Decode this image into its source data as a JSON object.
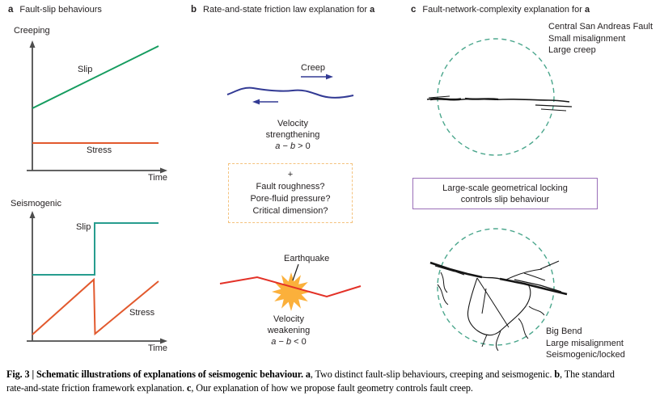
{
  "panel_a": {
    "letter": "a",
    "title": "Fault-slip behaviours",
    "plot_creeping": {
      "label": "Creeping",
      "slip_label": "Slip",
      "stress_label": "Stress",
      "time_label": "Time"
    },
    "plot_seismogenic": {
      "label": "Seismogenic",
      "slip_label": "Slip",
      "stress_label": "Stress",
      "time_label": "Time"
    }
  },
  "panel_b": {
    "letter": "b",
    "title": "Rate-and-state friction law explanation for ",
    "title_ref": "a",
    "creep_label": "Creep",
    "strengthening": {
      "line1": "Velocity",
      "line2": "strengthening",
      "eq_a": "a",
      "eq_mid": " − ",
      "eq_b": "b",
      "eq_tail": " > 0"
    },
    "question_box": {
      "plus": "+",
      "line1": "Fault roughness?",
      "line2": "Pore-fluid pressure?",
      "line3": "Critical dimension?"
    },
    "earthquake_label": "Earthquake",
    "weakening": {
      "line1": "Velocity",
      "line2": "weakening",
      "eq_a": "a",
      "eq_mid": " − ",
      "eq_b": "b",
      "eq_tail": " < 0"
    }
  },
  "panel_c": {
    "letter": "c",
    "title": "Fault-network-complexity explanation for ",
    "title_ref": "a",
    "top_map_labels": {
      "line1": "Central San Andreas Fault",
      "line2": "Small misalignment",
      "line3": "Large creep"
    },
    "locking_box": {
      "line1": "Large-scale geometrical locking",
      "line2": "controls slip behaviour"
    },
    "bottom_map_labels": {
      "line1": "Big Bend",
      "line2": "Large misalignment",
      "line3": "Seismogenic/locked"
    }
  },
  "caption": {
    "lead": "Fig. 3 | Schematic illustrations of explanations of seismogenic behaviour. ",
    "a": "a",
    "a_text": ", Two distinct fault-slip behaviours, creeping and seismogenic. ",
    "b": "b",
    "b_text": ", The standard",
    "line2_start": "rate-and-state friction framework explanation. ",
    "c": "c",
    "c_text": ", Our explanation of how we propose fault geometry controls fault creep."
  },
  "colors": {
    "slip_green": "#159c5f",
    "slip_teal": "#279d8e",
    "stress_orange": "#e2592d",
    "creep_navy": "#323a94",
    "quake_red": "#e33127",
    "star_yellow": "#fbb03b",
    "dashed_box_orange": "#f4c27d",
    "locking_box_purple": "#9a6fb8",
    "circle_teal": "#4aa68c",
    "axis_gray": "#4d4d4d",
    "fault_black": "#151515"
  }
}
